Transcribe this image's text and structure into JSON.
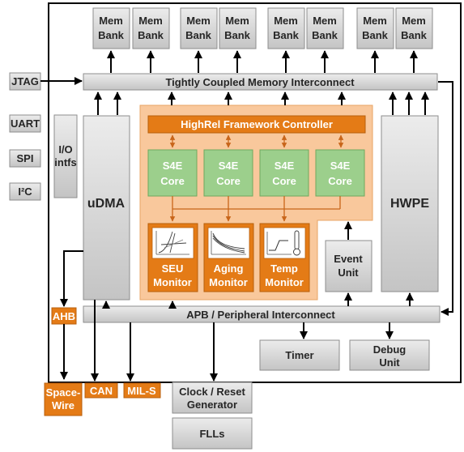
{
  "mem_banks": [
    "Mem Bank",
    "Mem Bank",
    "Mem Bank",
    "Mem Bank",
    "Mem Bank",
    "Mem Bank",
    "Mem Bank",
    "Mem Bank"
  ],
  "tcm_interconnect": "Tightly Coupled Memory Interconnect",
  "left_interfaces": {
    "jtag": "JTAG",
    "uart": "UART",
    "spi": "SPI",
    "i2c": "I²C"
  },
  "io_intfs": {
    "line1": "I/O",
    "line2": "intfs"
  },
  "udma": "uDMA",
  "hwpe": "HWPE",
  "framework_controller": "HighRel Framework Controller",
  "cores": [
    {
      "line1": "S4E",
      "line2": "Core"
    },
    {
      "line1": "S4E",
      "line2": "Core"
    },
    {
      "line1": "S4E",
      "line2": "Core"
    },
    {
      "line1": "S4E",
      "line2": "Core"
    }
  ],
  "monitors": [
    {
      "line1": "SEU",
      "line2": "Monitor",
      "icon": "seu-graph-icon"
    },
    {
      "line1": "Aging",
      "line2": "Monitor",
      "icon": "aging-curves-icon"
    },
    {
      "line1": "Temp",
      "line2": "Monitor",
      "icon": "thermometer-icon"
    }
  ],
  "event_unit": {
    "line1": "Event",
    "line2": "Unit"
  },
  "apb_interconnect": "APB / Peripheral Interconnect",
  "ahb": "AHB",
  "timer": "Timer",
  "debug_unit": {
    "line1": "Debug",
    "line2": "Unit"
  },
  "bottom_io": {
    "spacewire": {
      "line1": "Space-",
      "line2": "Wire"
    },
    "can": "CAN",
    "mil_s": "MIL-S"
  },
  "clock_reset": {
    "line1": "Clock / Reset",
    "line2": "Generator"
  },
  "flls": "FLLs",
  "colors": {
    "orange": "#e47b16",
    "green": "#9ccf8c",
    "gray": "#d9d9d9",
    "peach": "#f9c89c"
  }
}
